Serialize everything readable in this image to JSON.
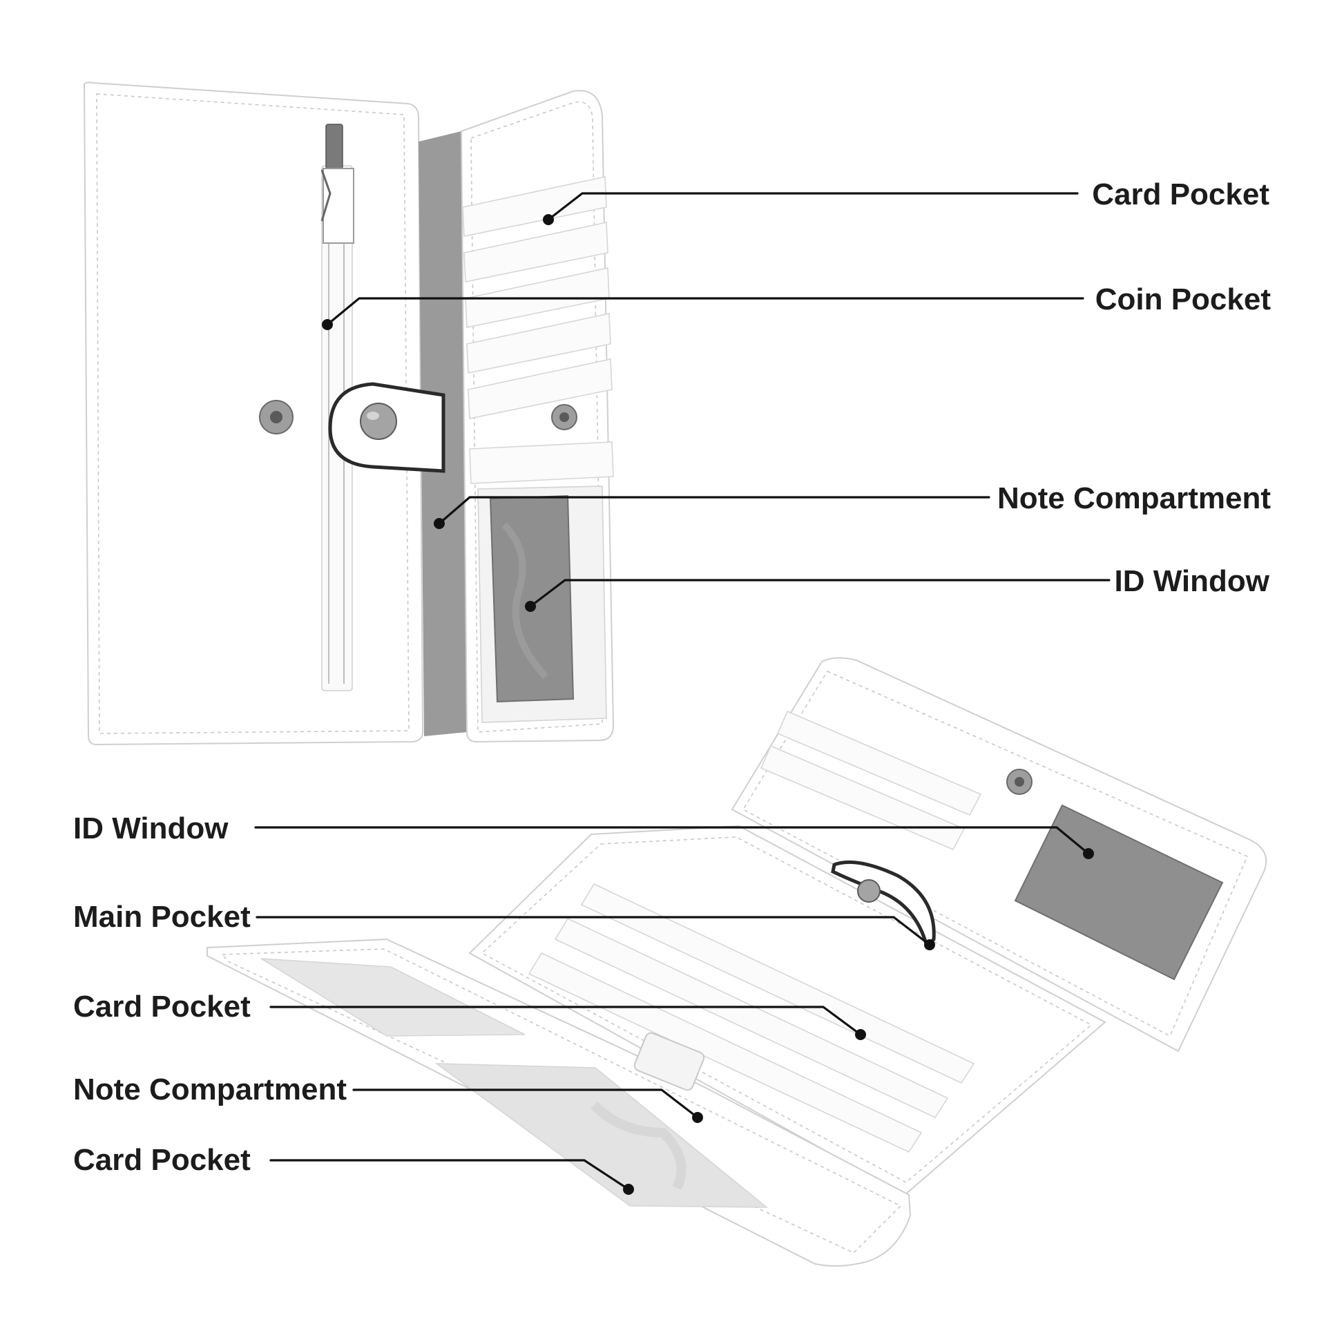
{
  "callouts": {
    "top_card_pocket": "Card Pocket",
    "top_coin_pocket": "Coin Pocket",
    "top_note_compartment": "Note Compartment",
    "top_id_window": "ID Window",
    "bottom_id_window": "ID Window",
    "bottom_main_pocket": "Main Pocket",
    "bottom_card_pocket_1": "Card Pocket",
    "bottom_note_compartment": "Note Compartment",
    "bottom_card_pocket_2": "Card Pocket"
  },
  "icons": {
    "snap_button": "snap-button-icon",
    "zipper_pull": "zipper-pull-icon"
  },
  "colors": {
    "label_text": "#1c1c1c",
    "leader_line": "#111111",
    "id_window_gray": "#8f8f8f",
    "background": "#ffffff"
  }
}
